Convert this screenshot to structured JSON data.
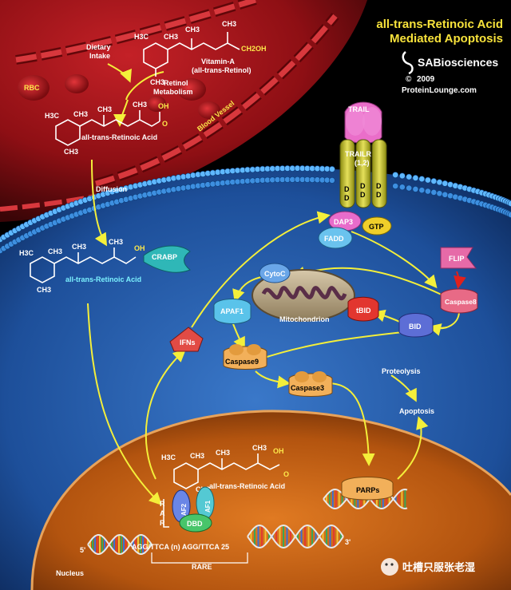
{
  "header": {
    "title_line1": "all-trans-Retinoic Acid",
    "title_line2": "Mediated Apoptosis",
    "brand": "SABiosciences",
    "copyright_symbol": "©",
    "year": "2009",
    "site": "ProteinLounge.com"
  },
  "vessel": {
    "dietary_intake": [
      "Dietary",
      "Intake"
    ],
    "vitamin_a": [
      "Vitamin-A",
      "(all-trans-Retinol)"
    ],
    "retinol_metabolism": [
      "Retinol",
      "Metabolism"
    ],
    "rbc": "RBC",
    "blood_vessel": "Blood Vessel",
    "retinoic_acid": "all-trans-Retinoic Acid",
    "diffusion": "Diffusion"
  },
  "chem": {
    "h3c": "H3C",
    "ch3": "CH3",
    "ch2oh": "CH2OH",
    "oh": "OH",
    "o": "O"
  },
  "cytoplasm": {
    "crabp": "CRABP",
    "retinoic_acid": "all-trans-Retinoic Acid",
    "trail": "TRAIL",
    "trailr": "TRAILR",
    "trailr_sub": "(1,2)",
    "dd": "D",
    "dap3": "DAP3",
    "gtp": "GTP",
    "fadd": "FADD",
    "flip": "FLIP",
    "caspase8": "Caspase8",
    "bid": "BID",
    "tbid": "tBID",
    "cytoc": "CytoC",
    "mitochondrion": "Mitochondrion",
    "apaf1": "APAF1",
    "ifns": "IFNs",
    "caspase9": "Caspase9",
    "caspase3": "Caspase3",
    "proteolysis": "Proteolysis",
    "apoptosis": "Apoptosis",
    "parps": "PARPs"
  },
  "nucleus": {
    "retinoic_acid": "all-trans-Retinoic Acid",
    "rar": "RAR",
    "af2": "AF2",
    "af1": "AF1",
    "dbd": "DBD",
    "sequence": "AGG/TTCA (n) AGG/TTCA 25",
    "five_prime": "5'",
    "three_prime": "3'",
    "rare": "RARE",
    "nucleus": "Nucleus"
  },
  "watermark": "吐槽只服张老湿",
  "colors": {
    "title": "#f7e23b",
    "arrow": "#f4ef3a",
    "vessel": "#9b1418",
    "cell": "#1f4f9c",
    "nucleus": "#b0560f"
  }
}
